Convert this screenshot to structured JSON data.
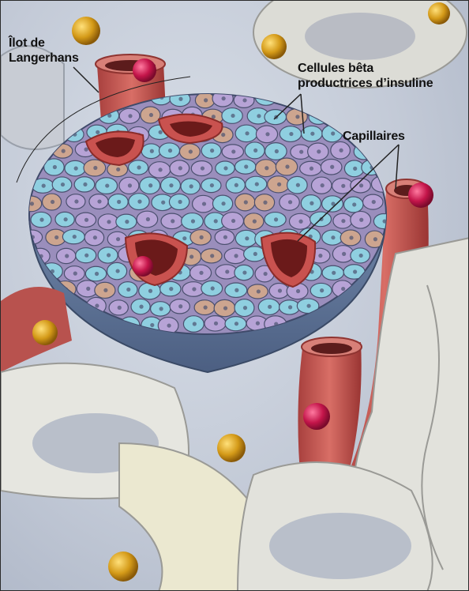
{
  "labels": {
    "islet_line1": "Îlot de",
    "islet_line2": "Langerhans",
    "beta_line1": "Cellules bêta",
    "beta_line2": "productrices d’insuline",
    "capillaries": "Capillaires"
  },
  "colors": {
    "beta_cell": "#8fcfe0",
    "alpha_cell": "#b7a3d6",
    "delta_cell": "#cda58f",
    "capillary": "#c9524f",
    "red_cell": "#c4154a",
    "insulin_granule": "#d9a21c",
    "acinar_tissue": "#e6e6e0"
  }
}
